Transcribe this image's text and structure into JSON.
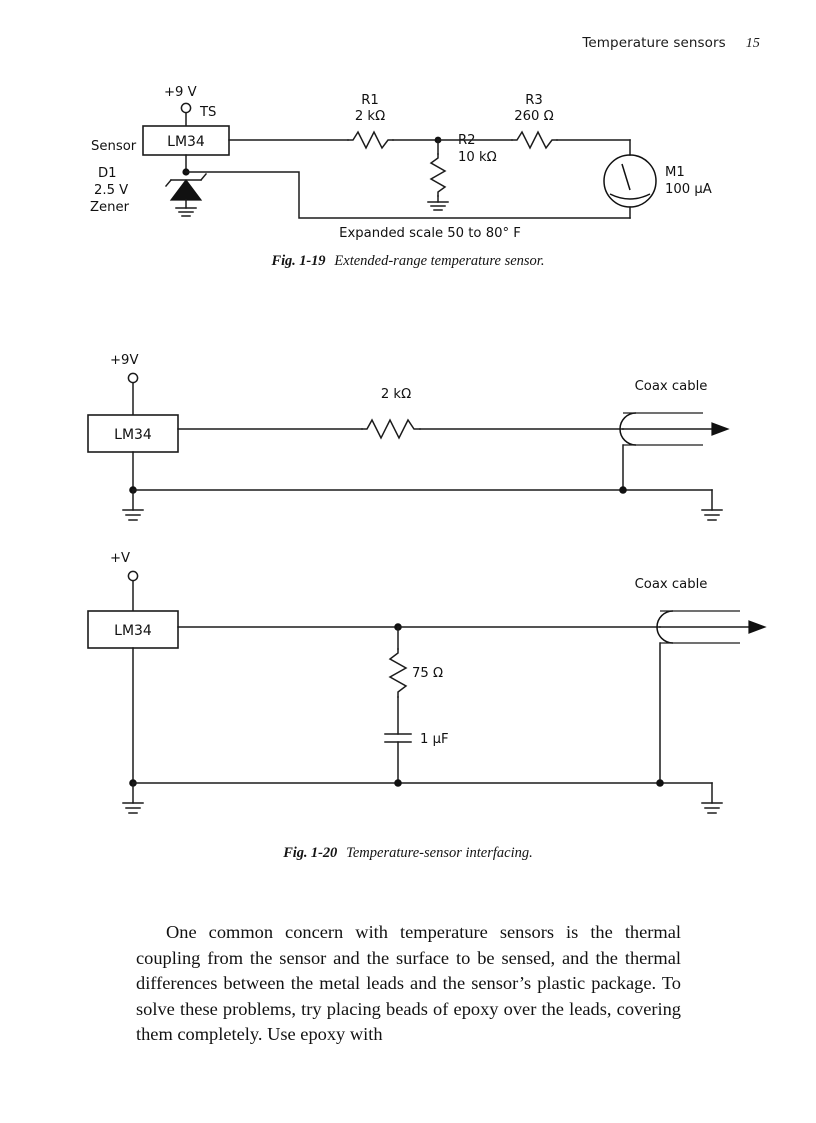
{
  "header": {
    "running_title": "Temperature sensors",
    "page_number": "15"
  },
  "figures": [
    {
      "id": "fig-1-19",
      "number": "Fig. 1-19",
      "title": "Extended-range temperature sensor.",
      "note": "Expanded scale 50 to 80° F",
      "labels": {
        "supply": "+9 V",
        "ts": "TS",
        "sensor": "Sensor",
        "ic": "LM34",
        "d1_name": "D1",
        "d1_value": "2.5 V",
        "d1_type": "Zener",
        "r1_name": "R1",
        "r1_value": "2 kΩ",
        "r2_name": "R2",
        "r2_value": "10 kΩ",
        "r3_name": "R3",
        "r3_value": "260 Ω",
        "m1_name": "M1",
        "m1_value": "100 µA"
      }
    },
    {
      "id": "fig-1-20",
      "number": "Fig. 1-20",
      "title": "Temperature-sensor interfacing.",
      "circuit_a": {
        "supply": "+9V",
        "ic": "LM34",
        "resistor": "2 kΩ",
        "coax": "Coax cable"
      },
      "circuit_b": {
        "supply": "+V",
        "ic": "LM34",
        "resistor": "75 Ω",
        "capacitor": "1 µF",
        "coax": "Coax cable"
      }
    }
  ],
  "body": {
    "paragraph": "One common concern with temperature sensors is the thermal coupling from the sensor and the surface to be sensed, and the thermal differences between the metal leads and the sensor’s plastic package. To solve these problems, try placing beads of epoxy over the leads, covering them completely. Use epoxy with"
  },
  "colors": {
    "ink": "#1c1c1c",
    "paper": "#ffffff"
  }
}
